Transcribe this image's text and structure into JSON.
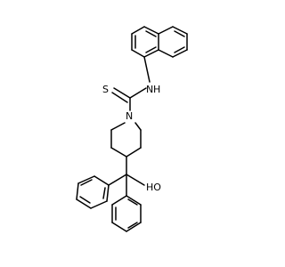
{
  "molecule": {
    "atoms": {
      "sulfur": "S",
      "amine_n": "N",
      "amine_h": "H",
      "piperidine_n": "N",
      "hydroxyl": "HO"
    }
  },
  "colors": {
    "bond": "#000000",
    "background": "#ffffff"
  }
}
